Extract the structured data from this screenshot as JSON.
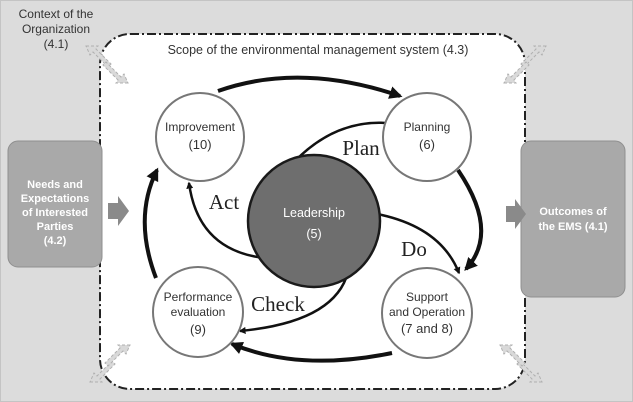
{
  "context": {
    "line1": "Context of the",
    "line2": "Organization",
    "line3": "(4.1)"
  },
  "scope": {
    "label": "Scope of the environmental management system (4.3)"
  },
  "needs": {
    "line1": "Needs and",
    "line2": "Expectations",
    "line3": "of Interested",
    "line4": "Parties",
    "line5": "(4.2)"
  },
  "outcomes": {
    "line1": "Outcomes of",
    "line2": "the EMS (4.1)"
  },
  "leadership": {
    "label": "Leadership",
    "ref": "(5)"
  },
  "improvement": {
    "label": "Improvement",
    "ref": "(10)"
  },
  "planning": {
    "label": "Planning",
    "ref": "(6)"
  },
  "support": {
    "line1": "Support",
    "line2": "and Operation",
    "ref": "(7 and 8)"
  },
  "performance": {
    "line1": "Performance",
    "line2": "evaluation",
    "ref": "(9)"
  },
  "cycle": {
    "plan": "Plan",
    "do": "Do",
    "check": "Check",
    "act": "Act"
  },
  "colors": {
    "background": "#dcdcdc",
    "box": "#a9a9a9",
    "leadership": "#6e6e6e",
    "circle_stroke": "#777777",
    "arrow": "#111111"
  }
}
